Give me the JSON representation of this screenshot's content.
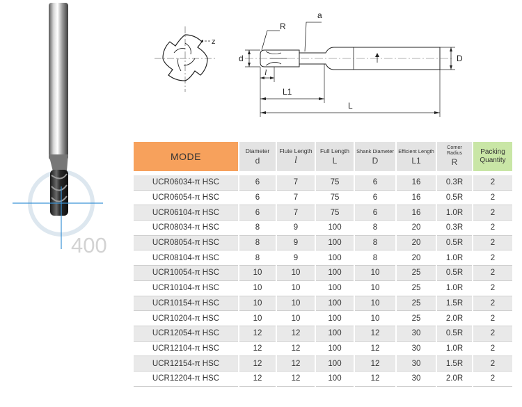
{
  "diagram": {
    "label_R": "R",
    "label_a": "a",
    "label_z": "z",
    "label_d": "d",
    "label_l": "l",
    "label_L1": "L1",
    "label_L": "L",
    "label_D": "D",
    "overlay_number": "400"
  },
  "table": {
    "mode_header": "MODE",
    "columns": [
      {
        "name": "Diameter",
        "symbol": "d"
      },
      {
        "name": "Flute Length",
        "symbol": "l"
      },
      {
        "name": "Full Length",
        "symbol": "L"
      },
      {
        "name": "Shank Diameter",
        "symbol": "D"
      },
      {
        "name": "Efficient Length",
        "symbol": "L1"
      },
      {
        "name": "Corner Radius",
        "symbol": "R"
      }
    ],
    "packing_header": "Packing Quantity",
    "rows": [
      {
        "mode": "UCR06034-π HSC",
        "d": "6",
        "l": "7",
        "L": "75",
        "D": "6",
        "L1": "16",
        "R": "0.3R",
        "qty": "2"
      },
      {
        "mode": "UCR06054-π HSC",
        "d": "6",
        "l": "7",
        "L": "75",
        "D": "6",
        "L1": "16",
        "R": "0.5R",
        "qty": "2"
      },
      {
        "mode": "UCR06104-π HSC",
        "d": "6",
        "l": "7",
        "L": "75",
        "D": "6",
        "L1": "16",
        "R": "1.0R",
        "qty": "2"
      },
      {
        "mode": "UCR08034-π HSC",
        "d": "8",
        "l": "9",
        "L": "100",
        "D": "8",
        "L1": "20",
        "R": "0.3R",
        "qty": "2"
      },
      {
        "mode": "UCR08054-π HSC",
        "d": "8",
        "l": "9",
        "L": "100",
        "D": "8",
        "L1": "20",
        "R": "0.5R",
        "qty": "2"
      },
      {
        "mode": "UCR08104-π HSC",
        "d": "8",
        "l": "9",
        "L": "100",
        "D": "8",
        "L1": "20",
        "R": "1.0R",
        "qty": "2"
      },
      {
        "mode": "UCR10054-π HSC",
        "d": "10",
        "l": "10",
        "L": "100",
        "D": "10",
        "L1": "25",
        "R": "0.5R",
        "qty": "2"
      },
      {
        "mode": "UCR10104-π HSC",
        "d": "10",
        "l": "10",
        "L": "100",
        "D": "10",
        "L1": "25",
        "R": "1.0R",
        "qty": "2"
      },
      {
        "mode": "UCR10154-π HSC",
        "d": "10",
        "l": "10",
        "L": "100",
        "D": "10",
        "L1": "25",
        "R": "1.5R",
        "qty": "2"
      },
      {
        "mode": "UCR10204-π HSC",
        "d": "10",
        "l": "10",
        "L": "100",
        "D": "10",
        "L1": "25",
        "R": "2.0R",
        "qty": "2"
      },
      {
        "mode": "UCR12054-π HSC",
        "d": "12",
        "l": "12",
        "L": "100",
        "D": "12",
        "L1": "30",
        "R": "0.5R",
        "qty": "2"
      },
      {
        "mode": "UCR12104-π HSC",
        "d": "12",
        "l": "12",
        "L": "100",
        "D": "12",
        "L1": "30",
        "R": "1.0R",
        "qty": "2"
      },
      {
        "mode": "UCR12154-π HSC",
        "d": "12",
        "l": "12",
        "L": "100",
        "D": "12",
        "L1": "30",
        "R": "1.5R",
        "qty": "2"
      },
      {
        "mode": "UCR12204-π HSC",
        "d": "12",
        "l": "12",
        "L": "100",
        "D": "12",
        "L1": "30",
        "R": "2.0R",
        "qty": "2"
      }
    ]
  }
}
